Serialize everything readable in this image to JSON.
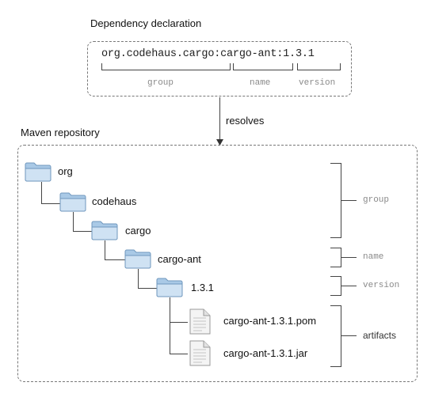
{
  "declaration": {
    "title": "Dependency declaration",
    "coordinate": "org.codehaus.cargo:cargo-ant:1.3.1",
    "labels": {
      "group": "group",
      "name": "name",
      "version": "version"
    }
  },
  "arrow_label": "resolves",
  "repository": {
    "title": "Maven repository",
    "folders": [
      "org",
      "codehaus",
      "cargo",
      "cargo-ant",
      "1.3.1"
    ],
    "files": [
      "cargo-ant-1.3.1.pom",
      "cargo-ant-1.3.1.jar"
    ],
    "brace_labels": {
      "group": "group",
      "name": "name",
      "version": "version",
      "artifacts": "artifacts"
    }
  }
}
